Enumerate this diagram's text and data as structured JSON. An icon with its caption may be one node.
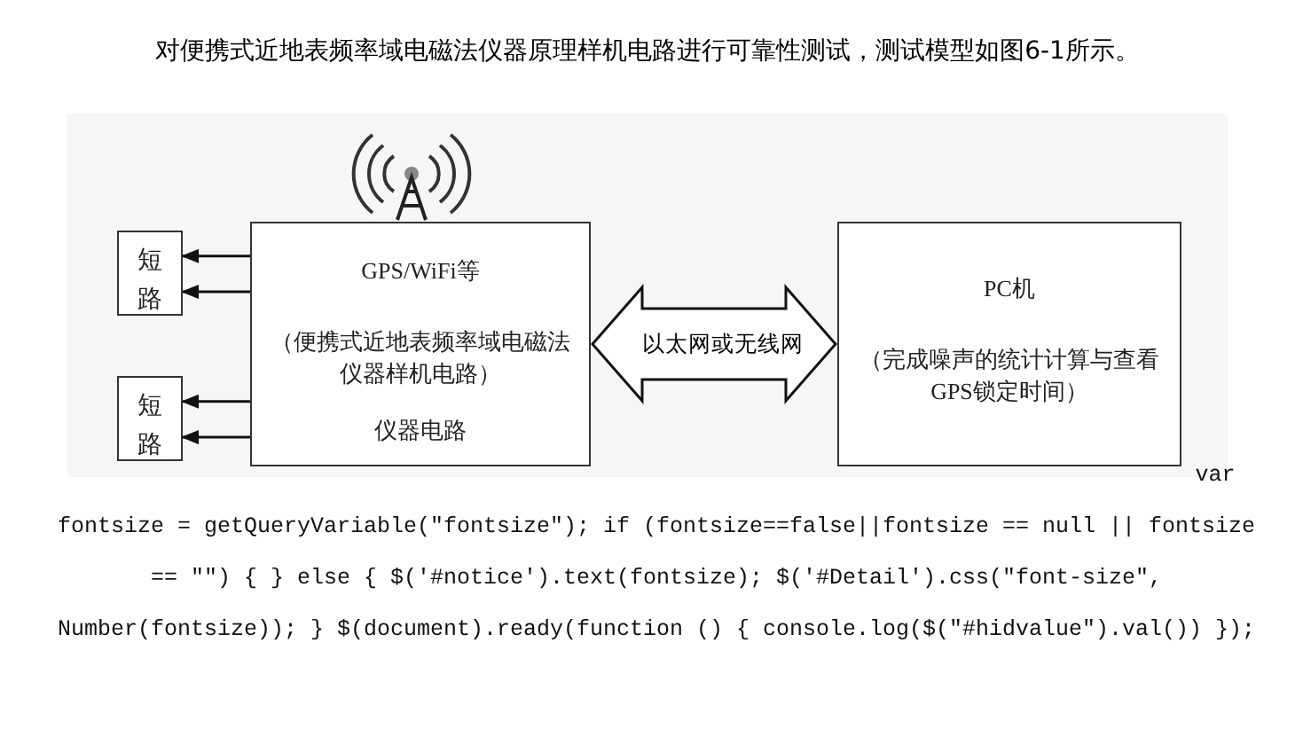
{
  "diagram": {
    "title": "对便携式近地表频率域电磁法仪器原理样机电路进行可靠性测试，测试模型如图6-1所示。",
    "nodes": [
      {
        "text": [
          "GPS/WiFi等",
          "（便携式近地表频率域电磁法仪器样机电路）",
          "仪器电路"
        ]
      },
      {
        "text": [
          "短路"
        ]
      },
      {
        "text": [
          "短路"
        ]
      },
      {
        "text": [
          "PC机",
          "（完成噪声的统计计算与查看GPS锁定时间）"
        ]
      }
    ],
    "edges": [
      {
        "from": 0,
        "to": 1,
        "arrow": "to"
      },
      {
        "from": 0,
        "to": 1,
        "arrow": "to"
      },
      {
        "from": 0,
        "to": 2,
        "arrow": "to"
      },
      {
        "from": 0,
        "to": 2,
        "arrow": "to"
      },
      {
        "from": 0,
        "to": 3,
        "arrow": "both",
        "label": "以太网或无线网"
      }
    ],
    "labels": [
      "var fontsize = getQueryVariable(\"fontsize\"); if (fontsize==false||fontsize == null || fontsize == \"\") { } else { $('#notice').text(fontsize); $('#Detail').css(\"font-size\", Number(fontsize)); } $(document).ready(function () { console.log($(\"#hidvalue\").val()) });"
    ]
  }
}
